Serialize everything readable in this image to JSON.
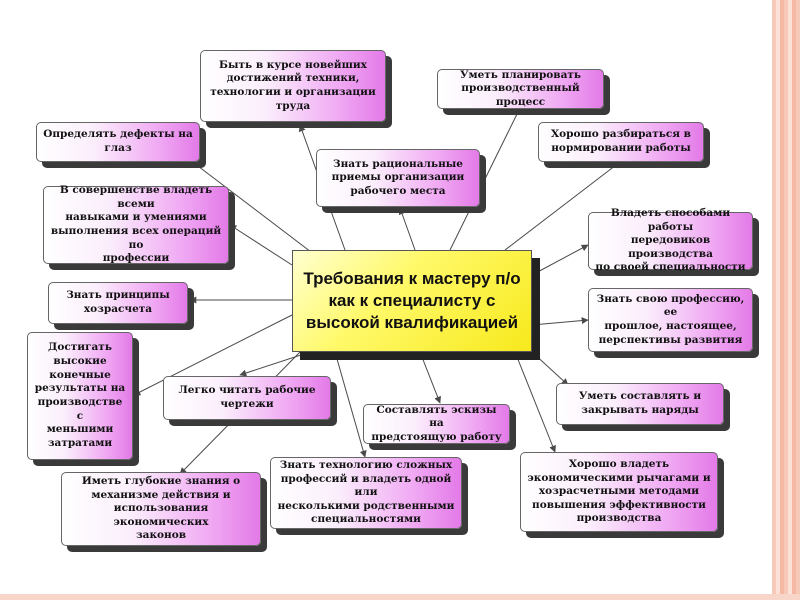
{
  "center": {
    "lines": [
      "Требования к мастеру п/о",
      "как к специалисту с",
      "высокой квалификацией"
    ]
  },
  "nodes": {
    "tech": [
      "Быть в курсе новейших",
      "достижений техники,",
      "технологии и организации",
      "труда"
    ],
    "planning": [
      "Уметь планировать",
      "производственный процесс"
    ],
    "defects": [
      "Определять дефекты на",
      "глаз"
    ],
    "workplace": [
      "Знать рациональные",
      "приемы организации",
      "рабочего места"
    ],
    "norming": [
      "Хорошо разбираться в",
      "нормировании работы"
    ],
    "skills": [
      "В совершенстве владеть всеми",
      "навыками и умениями",
      "выполнения всех операций по",
      "профессии"
    ],
    "advanced": [
      "Владеть способами работы",
      "передовиков производства",
      "по своей специальности"
    ],
    "selfaccounting": [
      "Знать принципы",
      "хозрасчета"
    ],
    "profession": [
      "Знать свою профессию, ее",
      "прошлое, настоящее,",
      "перспективы развития"
    ],
    "results": [
      "Достигать",
      "высокие",
      "конечные",
      "результаты на",
      "производстве с",
      "меньшими",
      "затратами"
    ],
    "drawings": [
      "Легко читать рабочие",
      "чертежи"
    ],
    "orders": [
      "Уметь составлять и",
      "закрывать наряды"
    ],
    "sketches": [
      "Составлять эскизы на",
      "предстоящую работу"
    ],
    "economics": [
      "Хорошо владеть",
      "экономическими рычагами и",
      "хозрасчетными методами",
      "повышения эффективности",
      "производства"
    ],
    "knowledge": [
      "Иметь глубокие знания о",
      "механизме действия и",
      "использования экономических",
      "законов"
    ],
    "complex": [
      "Знать технологию сложных",
      "профессий и владеть одной или",
      "несколькими родственными",
      "специальностями"
    ]
  },
  "colors": {
    "node_accent": "#e37ae8",
    "center_fill": "#fff96a",
    "arrow": "#4a4a4a",
    "frame": "#f7c9b8"
  }
}
